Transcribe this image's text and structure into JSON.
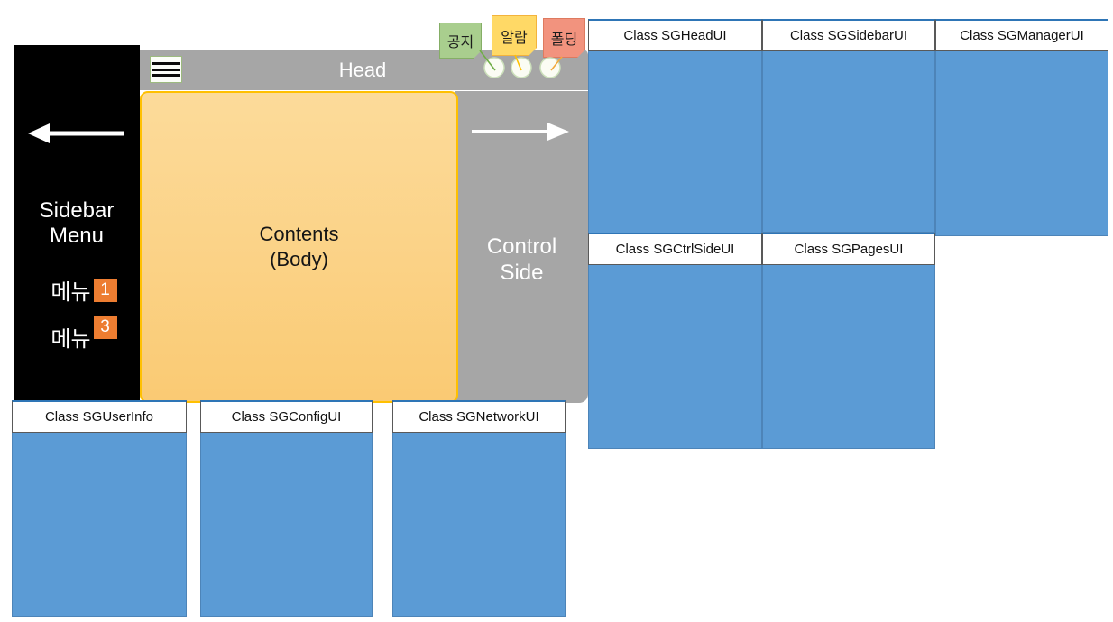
{
  "colors": {
    "accent_blue": "#5B9BD5",
    "accent_blue_border": "#41719C",
    "panel_gray": "#A6A6A6",
    "sidebar_black": "#000000",
    "contents_border_gold": "#FFC000",
    "badge_orange": "#ED7D31"
  },
  "mockup": {
    "head": {
      "title": "Head"
    },
    "sidebar": {
      "title_line1": "Sidebar",
      "title_line2": "Menu",
      "menu_items": [
        {
          "label": "메뉴",
          "badge": "1"
        },
        {
          "label": "메뉴",
          "badge": "3"
        }
      ]
    },
    "contents": {
      "line1": "Contents",
      "line2": "(Body)"
    },
    "control": {
      "line1": "Control",
      "line2": "Side"
    }
  },
  "sticky_notes": [
    {
      "label": "공지",
      "fill": "#A9CE8E",
      "border": "#85AE66",
      "line_color": "#70AD47"
    },
    {
      "label": "알람",
      "fill": "#FFD966",
      "border": "#F3B33C",
      "line_color": "#FFC000"
    },
    {
      "label": "폴딩",
      "fill": "#F2937E",
      "border": "#DE7A5F",
      "line_color": "#F2A93C"
    }
  ],
  "class_boxes": [
    {
      "title": "Class SGHeadUI"
    },
    {
      "title": "Class SGSidebarUI"
    },
    {
      "title": "Class SGManagerUI"
    },
    {
      "title": "Class SGCtrlSideUI"
    },
    {
      "title": "Class SGPagesUI"
    },
    {
      "title": "Class SGUserInfo"
    },
    {
      "title": "Class SGConfigUI"
    },
    {
      "title": "Class SGNetworkUI"
    }
  ]
}
